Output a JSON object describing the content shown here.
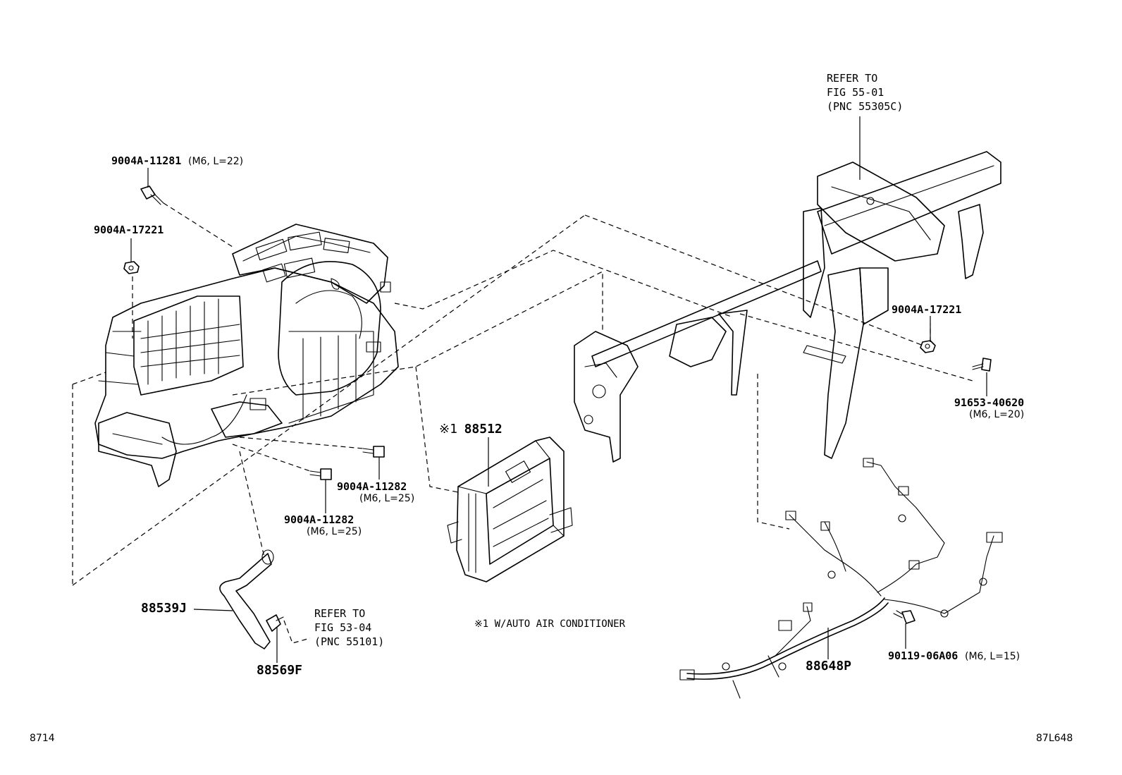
{
  "labels": {
    "bolt_top": {
      "pn": "9004A-11281",
      "spec": "(M6, L=22)"
    },
    "nut_left": {
      "pn": "9004A-17221"
    },
    "refer_top": {
      "line1": "REFER TO",
      "line2": "FIG 55-01",
      "line3": "(PNC 55305C)"
    },
    "nut_right": {
      "pn": "9004A-17221"
    },
    "bolt_right": {
      "pn": "91653-40620",
      "spec": "(M6, L=20)"
    },
    "bolt_mid1": {
      "pn": "9004A-11282",
      "spec": "(M6, L=25)"
    },
    "bolt_mid2": {
      "pn": "9004A-11282",
      "spec": "(M6, L=25)"
    },
    "module": {
      "mark": "※1",
      "pn": "88512"
    },
    "sensor": {
      "pn": "88539J"
    },
    "sensor_clip": {
      "pn": "88569F"
    },
    "refer_bottom": {
      "line1": "REFER TO",
      "line2": "FIG 53-04",
      "line3": "(PNC 55101)"
    },
    "note": {
      "text": "※1 W/AUTO AIR CONDITIONER"
    },
    "harness": {
      "pn": "88648P"
    },
    "bolt_harness": {
      "pn": "90119-06A06",
      "spec": "(M6, L=15)"
    }
  },
  "footer": {
    "left": "8714",
    "right": "87L648"
  }
}
